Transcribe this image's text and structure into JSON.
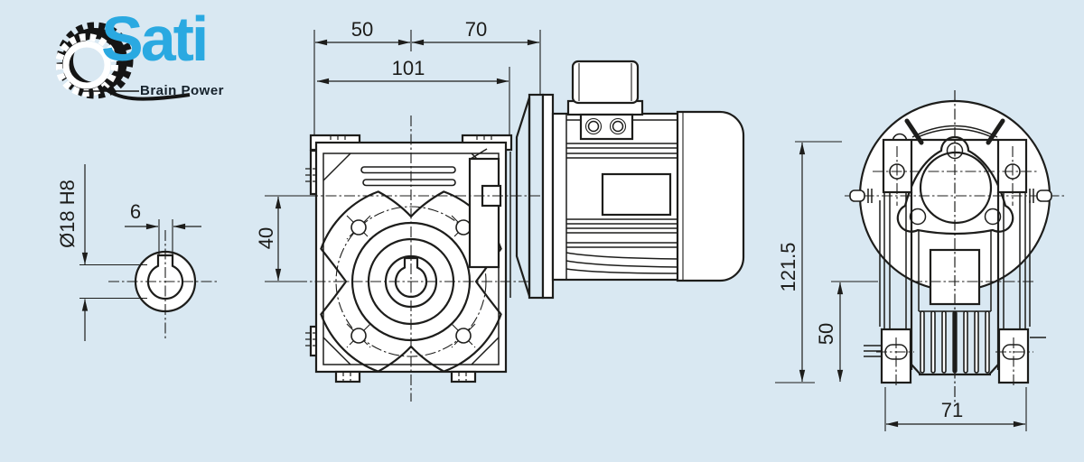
{
  "logo": {
    "brand": "Sati",
    "tagline": "Brain Power"
  },
  "colors": {
    "background": "#d9e8f2",
    "line": "#1d1d1b",
    "brand_blue": "#2aa9e1",
    "flange_shade": "#9fbcc9",
    "flange_shade_light": "#bbcfd9"
  },
  "dims": {
    "front_left": "50",
    "front_right": "70",
    "front_total": "101",
    "front_axis_offset": "40",
    "shaft_bore": "Ø18 H8",
    "shaft_keyway": "6",
    "side_total_height": "121.5",
    "side_center_height": "50",
    "side_base_width": "71"
  }
}
